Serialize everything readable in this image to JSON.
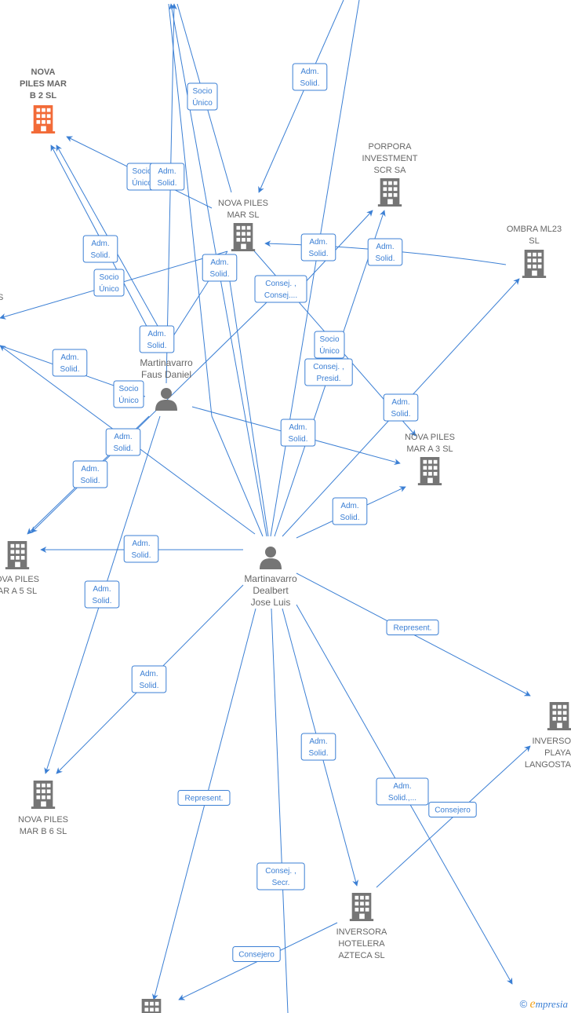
{
  "colors": {
    "edge": "#3b7fd4",
    "edge_label_border": "#3b7fd4",
    "edge_label_text": "#3b7fd4",
    "company": "#757575",
    "company_highlight": "#f26b38",
    "person": "#757575",
    "node_text": "#666666",
    "node_text_highlight": "#666666"
  },
  "nodes": [
    {
      "id": "nova_b2",
      "kind": "company",
      "highlight": true,
      "lines": [
        "NOVA",
        "PILES MAR",
        "B 2  SL"
      ]
    },
    {
      "id": "porpora",
      "kind": "company",
      "lines": [
        "PORPORA",
        "INVESTMENT",
        "SCR SA"
      ]
    },
    {
      "id": "nova_mar",
      "kind": "company",
      "lines": [
        "NOVA PILES",
        "MAR  SL"
      ]
    },
    {
      "id": "ombra",
      "kind": "company",
      "lines": [
        "OMBRA ML23",
        "SL"
      ]
    },
    {
      "id": "faus",
      "kind": "person",
      "lines": [
        "Martinavarro",
        "Faus Daniel"
      ]
    },
    {
      "id": "nova_a3",
      "kind": "company",
      "lines": [
        "NOVA PILES",
        "MAR A 3  SL"
      ]
    },
    {
      "id": "nova_a5",
      "kind": "company",
      "lines": [
        "OVA PILES",
        "AR A 5  SL"
      ]
    },
    {
      "id": "dealbert",
      "kind": "person",
      "lines": [
        "Martinavarro",
        "Dealbert",
        "Jose Luis"
      ]
    },
    {
      "id": "inversora_playa",
      "kind": "company",
      "lines": [
        "INVERSO",
        "PLAYA",
        "LANGOSTA"
      ]
    },
    {
      "id": "nova_b6",
      "kind": "company",
      "lines": [
        "NOVA PILES",
        "MAR B 6  SL"
      ]
    },
    {
      "id": "azteca",
      "kind": "company",
      "lines": [
        "INVERSORA",
        "HOTELERA",
        "AZTECA  SL"
      ]
    },
    {
      "id": "bottom_left",
      "kind": "company",
      "lines": []
    },
    {
      "id": "left_edge_text",
      "kind": "text",
      "lines": [
        "S"
      ]
    }
  ],
  "edge_labels": [
    {
      "id": "l1",
      "lines": [
        "Adm.",
        "Solid."
      ]
    },
    {
      "id": "l2",
      "lines": [
        "Socio",
        "Único"
      ]
    },
    {
      "id": "l3",
      "lines": [
        "Socio",
        "Único"
      ]
    },
    {
      "id": "l4",
      "lines": [
        "Adm.",
        "Solid."
      ]
    },
    {
      "id": "l5",
      "lines": [
        "Adm.",
        "Solid."
      ]
    },
    {
      "id": "l6",
      "lines": [
        "Adm.",
        "Solid."
      ]
    },
    {
      "id": "l7",
      "lines": [
        "Adm.",
        "Solid."
      ]
    },
    {
      "id": "l8",
      "lines": [
        "Socio",
        "Único"
      ]
    },
    {
      "id": "l9",
      "lines": [
        "Consej. ,",
        "Consej...."
      ]
    },
    {
      "id": "l10",
      "lines": [
        "Adm.",
        "Solid."
      ]
    },
    {
      "id": "l11",
      "lines": [
        "Adm.",
        "Solid."
      ]
    },
    {
      "id": "l12",
      "lines": [
        "Socio",
        "Único"
      ]
    },
    {
      "id": "l13",
      "lines": [
        "Consej. ,",
        "Presid."
      ]
    },
    {
      "id": "l14",
      "lines": [
        "Adm.",
        "Solid."
      ]
    },
    {
      "id": "l15",
      "lines": [
        "Socio",
        "Único"
      ]
    },
    {
      "id": "l16",
      "lines": [
        "Adm.",
        "Solid."
      ]
    },
    {
      "id": "l17",
      "lines": [
        "Adm.",
        "Solid."
      ]
    },
    {
      "id": "l18",
      "lines": [
        "Adm.",
        "Solid."
      ]
    },
    {
      "id": "l19",
      "lines": [
        "Adm.",
        "Solid."
      ]
    },
    {
      "id": "l20",
      "lines": [
        "Adm.",
        "Solid."
      ]
    },
    {
      "id": "l21",
      "lines": [
        "Adm.",
        "Solid."
      ]
    },
    {
      "id": "l22",
      "lines": [
        "Adm.",
        "Solid."
      ]
    },
    {
      "id": "l23",
      "lines": [
        "Represent."
      ]
    },
    {
      "id": "l24",
      "lines": [
        "Adm.",
        "Solid."
      ]
    },
    {
      "id": "l25",
      "lines": [
        "Adm.",
        "Solid."
      ]
    },
    {
      "id": "l26",
      "lines": [
        "Represent."
      ]
    },
    {
      "id": "l27",
      "lines": [
        "Adm.",
        "Solid.,..."
      ]
    },
    {
      "id": "l28",
      "lines": [
        "Consejero"
      ]
    },
    {
      "id": "l29",
      "lines": [
        "Consej. ,",
        "Secr."
      ]
    },
    {
      "id": "l30",
      "lines": [
        "Consejero"
      ]
    }
  ],
  "footer": {
    "copyright_symbol": "©",
    "brand_initial": "e",
    "brand_rest": "mpresia"
  }
}
